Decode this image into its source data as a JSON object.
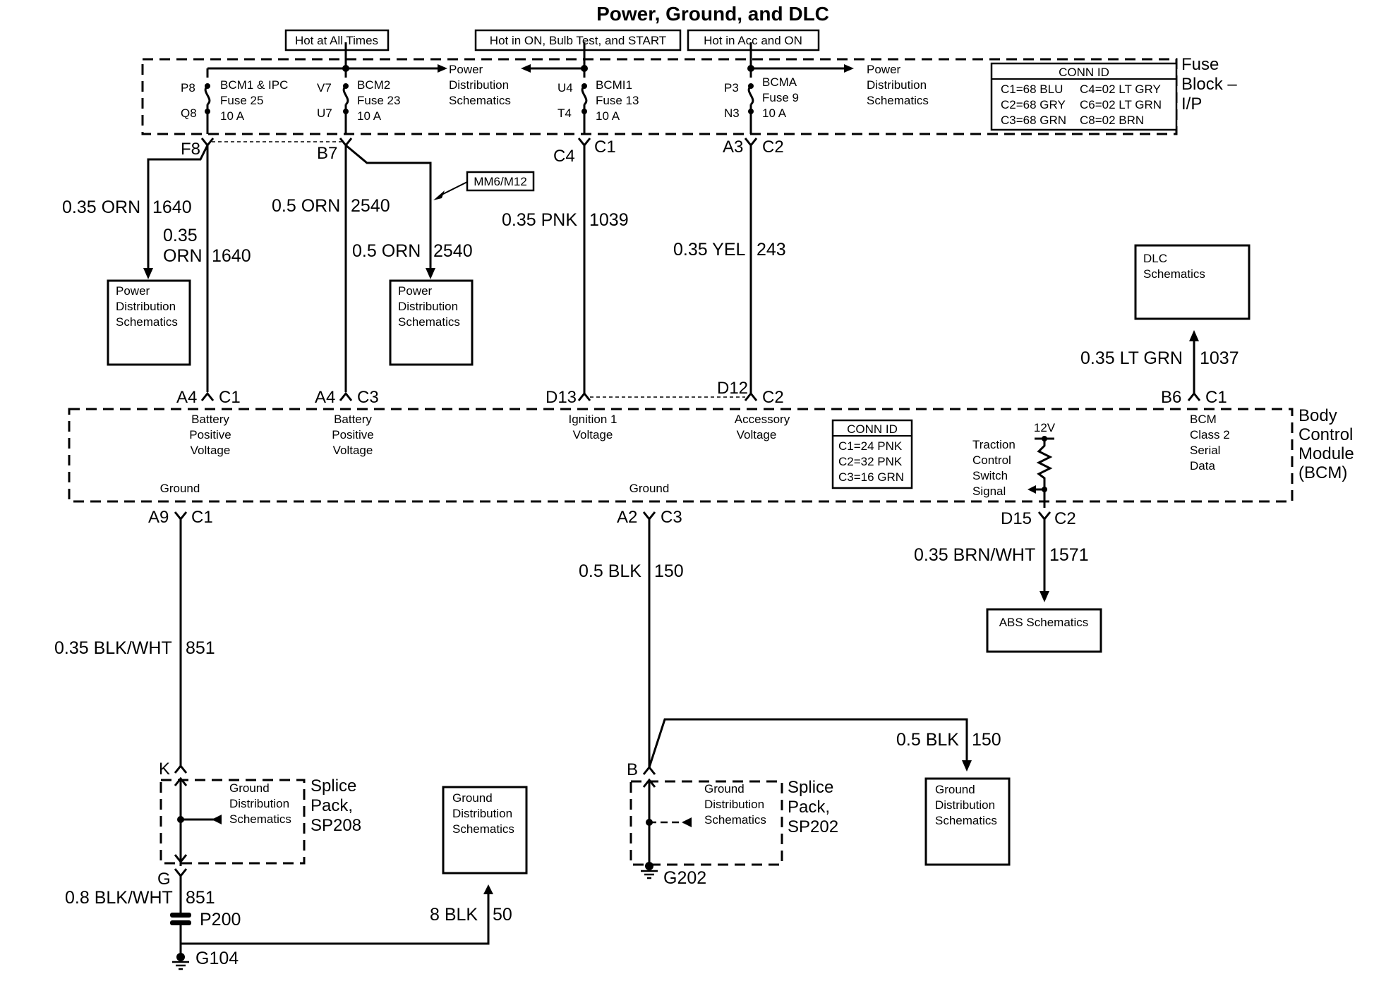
{
  "title": "Power, Ground, and DLC",
  "headers": {
    "hot_all_times": "Hot at All Times",
    "hot_on_bulb_start": "Hot in ON, Bulb Test, and START",
    "hot_acc_on": "Hot in Acc and ON"
  },
  "fuse_block": {
    "label_line1": "Fuse",
    "label_line2": "Block –",
    "label_line3": "I/P",
    "fuses": [
      {
        "in_pin": "P8",
        "out_pin": "Q8",
        "name": "BCM1 & IPC",
        "fuse": "Fuse 25",
        "amps": "10 A"
      },
      {
        "in_pin": "V7",
        "out_pin": "U7",
        "name": "BCM2",
        "fuse": "Fuse 23",
        "amps": "10 A"
      },
      {
        "in_pin": "U4",
        "out_pin": "T4",
        "name": "BCMI1",
        "fuse": "Fuse 13",
        "amps": "10 A"
      },
      {
        "in_pin": "P3",
        "out_pin": "N3",
        "name": "BCMA",
        "fuse": "Fuse 9",
        "amps": "10 A"
      }
    ],
    "power_dist_left": [
      "Power",
      "Distribution",
      "Schematics"
    ],
    "power_dist_right": [
      "Power",
      "Distribution",
      "Schematics"
    ],
    "conn_id": {
      "title": "CONN ID",
      "rows": [
        "C1=68 BLU",
        "C2=68 GRY",
        "C3=68 GRN"
      ],
      "rows_right": [
        "C4=02 LT GRY",
        "C6=02 LT GRN",
        "C8=02 BRN"
      ]
    },
    "pins": {
      "f8": "F8",
      "b7": "B7",
      "c4": "C4",
      "c1": "C1",
      "a3": "A3",
      "c2": "C2"
    }
  },
  "wires": {
    "w1640_left": {
      "gauge": "0.35 ORN",
      "circuit": "1640"
    },
    "w1640_right": {
      "gauge_l1": "0.35",
      "gauge_l2": "ORN",
      "circuit": "1640"
    },
    "w2540_left": {
      "gauge": "0.5 ORN",
      "circuit": "2540"
    },
    "w2540_right": {
      "gauge": "0.5 ORN",
      "circuit": "2540"
    },
    "w1039": {
      "gauge": "0.35 PNK",
      "circuit": "1039"
    },
    "w243": {
      "gauge": "0.35 YEL",
      "circuit": "243"
    },
    "w1037": {
      "gauge": "0.35 LT GRN",
      "circuit": "1037"
    },
    "w1571": {
      "gauge": "0.35 BRN/WHT",
      "circuit": "1571"
    },
    "w851": {
      "gauge": "0.35 BLK/WHT",
      "circuit": "851"
    },
    "w851b": {
      "gauge": "0.8 BLK/WHT",
      "circuit": "851"
    },
    "w150": {
      "gauge": "0.5 BLK",
      "circuit": "150"
    },
    "w150b": {
      "gauge": "0.5 BLK",
      "circuit": "150"
    },
    "w50": {
      "gauge": "8 BLK",
      "circuit": "50"
    }
  },
  "mm_label": "MM6/M12",
  "boxes": {
    "pd1": [
      "Power",
      "Distribution",
      "Schematics"
    ],
    "pd2": [
      "Power",
      "Distribution",
      "Schematics"
    ],
    "dlc": [
      "DLC",
      "Schematics"
    ],
    "abs": [
      "ABS Schematics"
    ],
    "gd_mid": [
      "Ground",
      "Distribution",
      "Schematics"
    ],
    "gd_right": [
      "Ground",
      "Distribution",
      "Schematics"
    ]
  },
  "bcm": {
    "label": [
      "Body",
      "Control",
      "Module",
      "(BCM)"
    ],
    "pins_top": {
      "a4_1": "A4",
      "c1_1": "C1",
      "a4_2": "A4",
      "c3_1": "C3",
      "d13": "D13",
      "d12": "D12",
      "c2_1": "C2",
      "b6": "B6",
      "c1_2": "C1"
    },
    "pins_bottom": {
      "a9": "A9",
      "c1": "C1",
      "a2": "A2",
      "c3": "C3",
      "d15": "D15",
      "c2": "C2"
    },
    "inner": {
      "batt1": [
        "Battery",
        "Positive",
        "Voltage"
      ],
      "batt2": [
        "Battery",
        "Positive",
        "Voltage"
      ],
      "ign": [
        "Ignition 1",
        "Voltage"
      ],
      "acc": [
        "Accessory",
        "Voltage"
      ],
      "traction": [
        "Traction",
        "Control",
        "Switch",
        "Signal"
      ],
      "v12": "12V",
      "class2": [
        "BCM",
        "Class 2",
        "Serial",
        "Data"
      ],
      "ground_left": "Ground",
      "ground_mid": "Ground"
    },
    "conn_id": {
      "title": "CONN ID",
      "rows": [
        "C1=24 PNK",
        "C2=32 PNK",
        "C3=16 GRN"
      ]
    }
  },
  "splice_left": {
    "label": [
      "Splice",
      "Pack,",
      "SP208"
    ],
    "inner": [
      "Ground",
      "Distribution",
      "Schematics"
    ],
    "top_pin": "K",
    "bottom_pin": "G"
  },
  "splice_right": {
    "label": [
      "Splice",
      "Pack,",
      "SP202"
    ],
    "inner": [
      "Ground",
      "Distribution",
      "Schematics"
    ],
    "top_pin": "B"
  },
  "grounds": {
    "p200": "P200",
    "g104": "G104",
    "g202": "G202"
  }
}
